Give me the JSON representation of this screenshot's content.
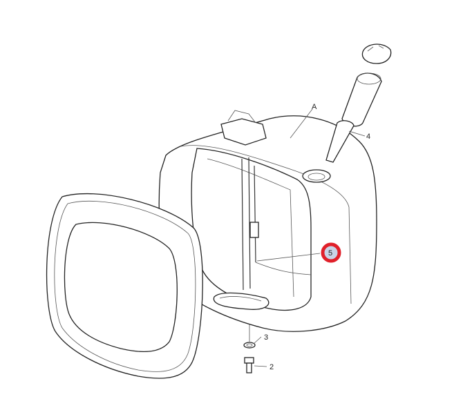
{
  "diagram": {
    "callouts": [
      {
        "id": "A",
        "label": "A"
      },
      {
        "id": "4",
        "label": "4"
      },
      {
        "id": "5",
        "label": "5",
        "highlighted": true
      },
      {
        "id": "3",
        "label": "3"
      },
      {
        "id": "2",
        "label": "2"
      }
    ],
    "highlight_color": "#e0202a",
    "highlight_fill": "#c9d3e6"
  }
}
